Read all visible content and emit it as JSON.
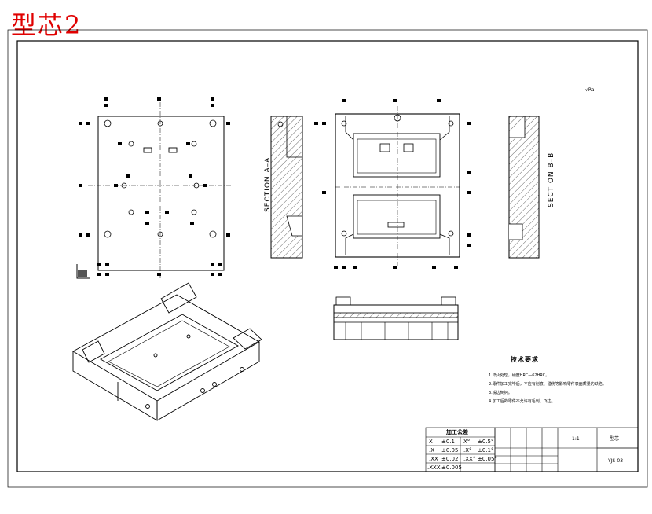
{
  "title": "型芯2",
  "section_a": "SECTION A–A",
  "section_b": "SECTION B–B",
  "surface_mark": "√Ra",
  "tech_req": {
    "heading": "技术要求",
    "items": [
      "1.淬火处理，硬度HRC—62HRC。",
      "2.零件加工完毕后，不应有划痕、碰伤等影响零件表面质量的缺陷。",
      "3.锐边倒钝。",
      "4.加工后的零件不允许有毛刺、飞边。"
    ]
  },
  "tolerance_table": {
    "heading": "加工公差",
    "rows": [
      [
        "X",
        "±0.1",
        "X°",
        "±0.5°"
      ],
      [
        ".X",
        "±0.05",
        ".X°",
        "±0.1°"
      ],
      [
        ".XX",
        "±0.02",
        ".XX°",
        "±0.05°"
      ],
      [
        ".XXX",
        "±0.005",
        "",
        ""
      ]
    ]
  },
  "title_block": {
    "part": "型芯",
    "code": "YJS-03",
    "scale": "1:1"
  }
}
